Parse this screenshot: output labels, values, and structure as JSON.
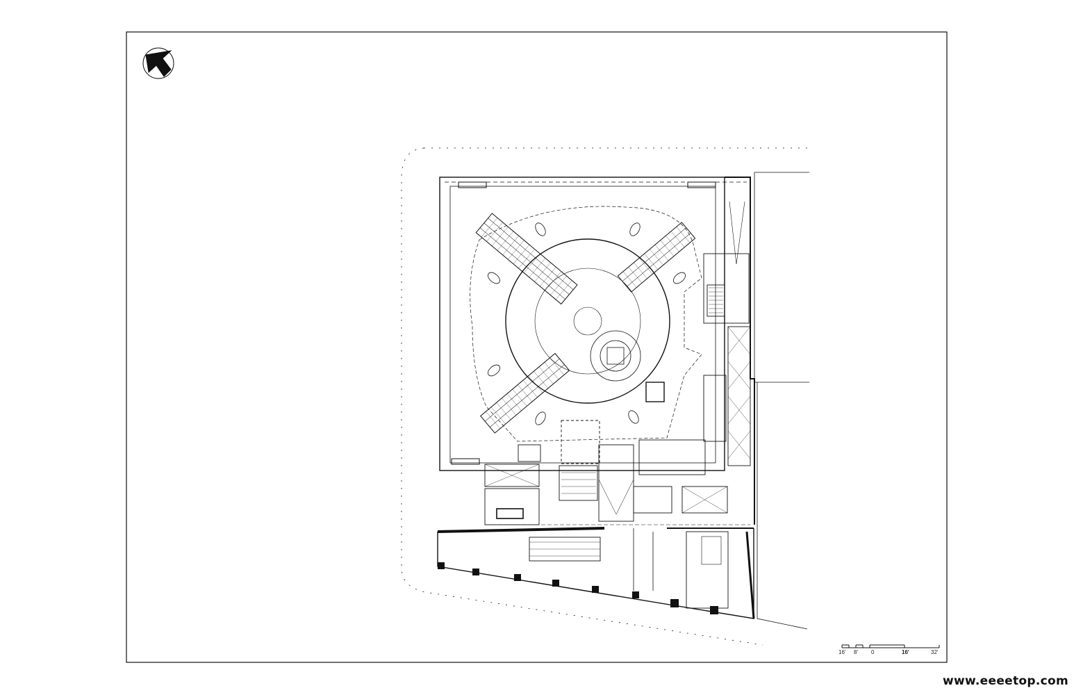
{
  "scale_bar": {
    "labels": [
      "16'",
      "8'",
      "0",
      "16'",
      "32'"
    ]
  },
  "watermark": "www.eeeetop.com"
}
